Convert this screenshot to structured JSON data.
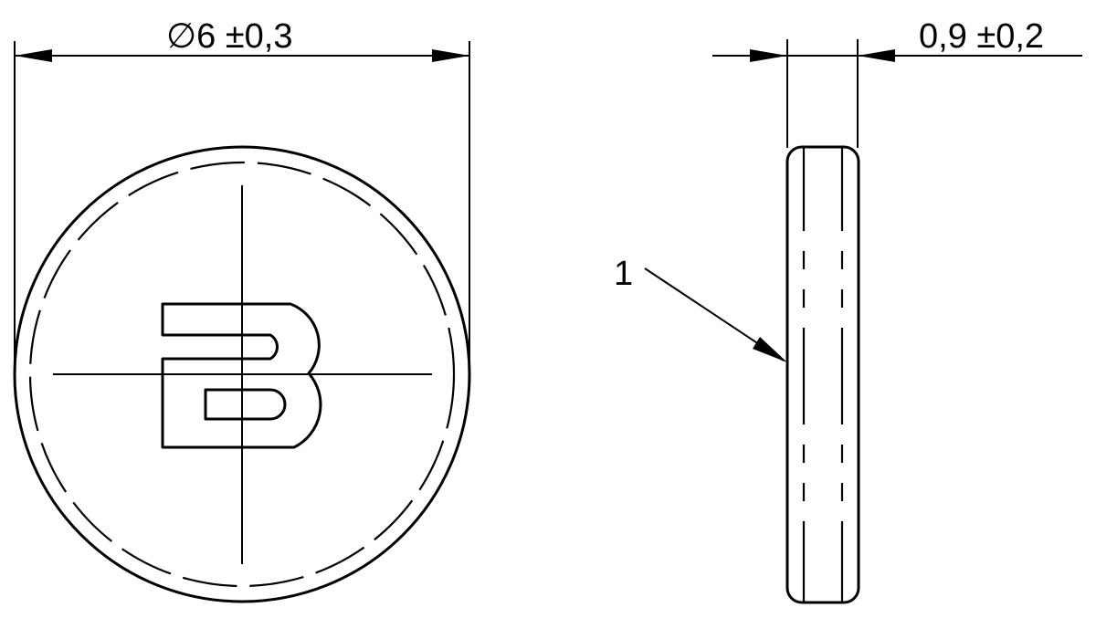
{
  "drawing": {
    "type": "technical-drawing",
    "line_color": "#000000",
    "background": "#ffffff",
    "front_view": {
      "diameter_dimension": "∅6 ±0,3",
      "logo_letter": "B",
      "centerlines": true
    },
    "side_view": {
      "thickness_dimension": "0,9 ±0,2",
      "callout_label": "1"
    }
  }
}
